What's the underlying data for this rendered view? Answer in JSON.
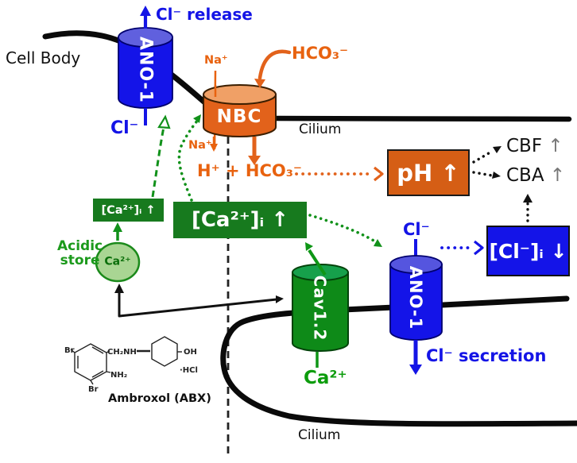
{
  "figure": {
    "type": "cell-signaling-diagram",
    "description_labels": {
      "cell_body": "Cell Body",
      "cilium_top": "Cilium",
      "cilium_bottom": "Cilium"
    },
    "colors": {
      "channel_blue": "#1414e8",
      "channel_blue_top": "#6060de",
      "orange": "#e2621b",
      "orange_light_top": "#f0a066",
      "ph_box_orange": "#d55e15",
      "green_box": "#177a1e",
      "green_cylinder": "#0e8a18",
      "green_cylinder_top": "#16a04b",
      "store_circle_fill": "#a9d593",
      "green_text": "#1c9a1c",
      "blue_text": "#1414e6",
      "orange_text": "#e8620f",
      "black": "#111111"
    },
    "ano1_cell_body": {
      "name": "ANO-1",
      "cl_release": "Cl⁻ release",
      "cl": "Cl⁻"
    },
    "nbc": {
      "name": "NBC",
      "na_in": "Na⁺",
      "na_out": "Na⁺",
      "hco3_in": "HCO₃⁻",
      "h_hco3_out": "H⁺ + HCO₃⁻"
    },
    "ph_box": {
      "label": "pH ↑"
    },
    "outputs": {
      "cbf": "CBF",
      "cbf_arrow": "↑",
      "cba": "CBA",
      "cba_arrow": "↑"
    },
    "cl_box": {
      "label": "[Cl⁻]ᵢ ↓"
    },
    "calcium": {
      "small_box": "[Ca²⁺]ᵢ ↑",
      "big_box": "[Ca²⁺]ᵢ ↑",
      "store_line1": "Acidic",
      "store_line2": "store",
      "store_ion": "Ca²⁺",
      "cav_ion": "Ca²⁺"
    },
    "cav12": {
      "name": "Cav1.2"
    },
    "ano1_cilium": {
      "name": "ANO-1",
      "cl": "Cl⁻",
      "cl_secretion": "Cl⁻ secretion"
    },
    "ambroxol": {
      "label": "Ambroxol (ABX)",
      "br_top": "Br",
      "br_bottom": "Br",
      "ch2nh": "CH₂NH",
      "nh2": "NH₂",
      "oh": "OH",
      "hcl": "·HCl"
    }
  }
}
